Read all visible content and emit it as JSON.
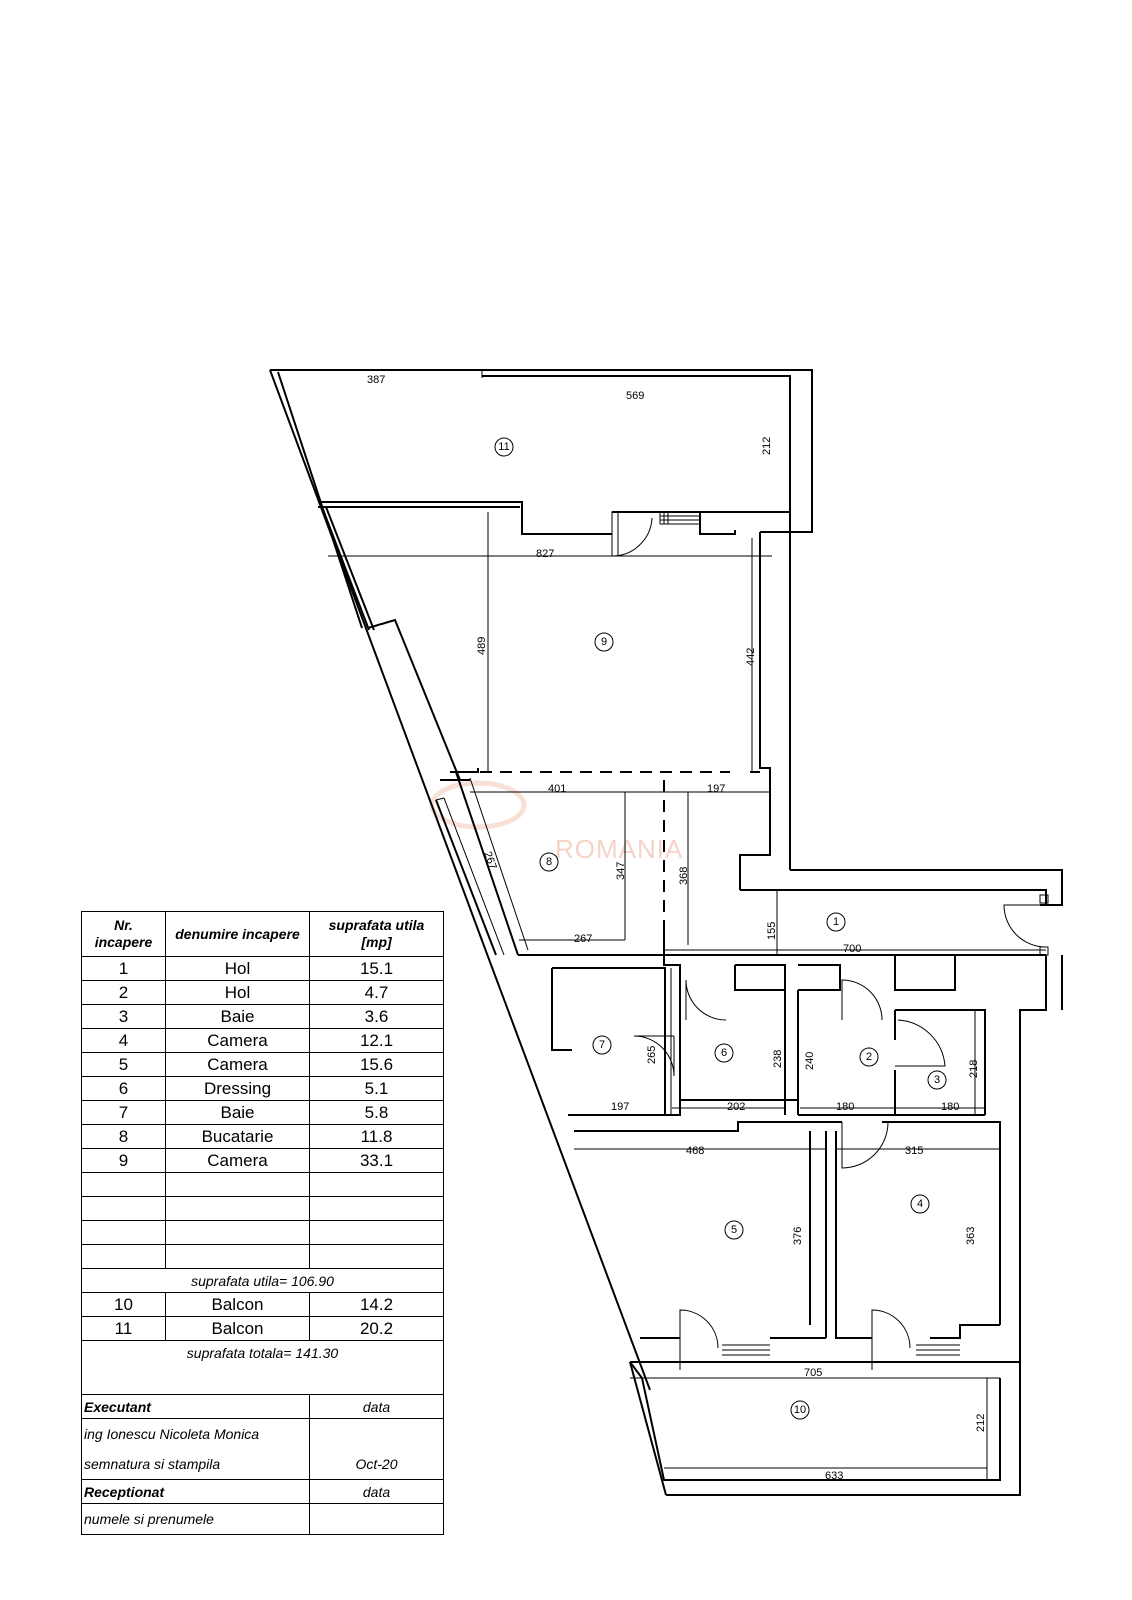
{
  "table": {
    "headers": [
      "Nr. incapere",
      "denumire incapere",
      "suprafata utila [mp]"
    ],
    "rooms": [
      {
        "nr": "1",
        "name": "Hol",
        "area": "15.1"
      },
      {
        "nr": "2",
        "name": "Hol",
        "area": "4.7"
      },
      {
        "nr": "3",
        "name": "Baie",
        "area": "3.6"
      },
      {
        "nr": "4",
        "name": "Camera",
        "area": "12.1"
      },
      {
        "nr": "5",
        "name": "Camera",
        "area": "15.6"
      },
      {
        "nr": "6",
        "name": "Dressing",
        "area": "5.1"
      },
      {
        "nr": "7",
        "name": "Baie",
        "area": "5.8"
      },
      {
        "nr": "8",
        "name": "Bucatarie",
        "area": "11.8"
      },
      {
        "nr": "9",
        "name": "Camera",
        "area": "33.1"
      }
    ],
    "useful_area_label": "suprafata utila=",
    "useful_area_value": "106.90",
    "balconies": [
      {
        "nr": "10",
        "name": "Balcon",
        "area": "14.2"
      },
      {
        "nr": "11",
        "name": "Balcon",
        "area": "20.2"
      }
    ],
    "total_area_label": "suprafata totala=",
    "total_area_value": "141.30",
    "executant_label": "Executant",
    "data_label": "data",
    "executant_name": "ing  Ionescu Nicoleta Monica",
    "signature_label": "semnatura si stampila",
    "executant_date": "Oct-20",
    "receptionat_label": "Receptionat",
    "receptionat_data_label": "data",
    "names_label": "numele si prenumele"
  },
  "plan": {
    "room_numbers": [
      "1",
      "2",
      "3",
      "4",
      "5",
      "6",
      "7",
      "8",
      "9",
      "10",
      "11"
    ],
    "dimensions": {
      "d387": "387",
      "d569": "569",
      "d212a": "212",
      "d827": "827",
      "d489": "489",
      "d442": "442",
      "d401": "401",
      "d197a": "197",
      "d267a": "267",
      "d347": "347",
      "d368": "368",
      "d267b": "267",
      "d155": "155",
      "d700": "700",
      "d265": "265",
      "d238": "238",
      "d240": "240",
      "d218": "218",
      "d197b": "197",
      "d202": "202",
      "d180a": "180",
      "d180b": "180",
      "d468": "468",
      "d315": "315",
      "d376": "376",
      "d363": "363",
      "d705": "705",
      "d212b": "212",
      "d633": "633"
    },
    "watermark": "ROMANIA"
  }
}
